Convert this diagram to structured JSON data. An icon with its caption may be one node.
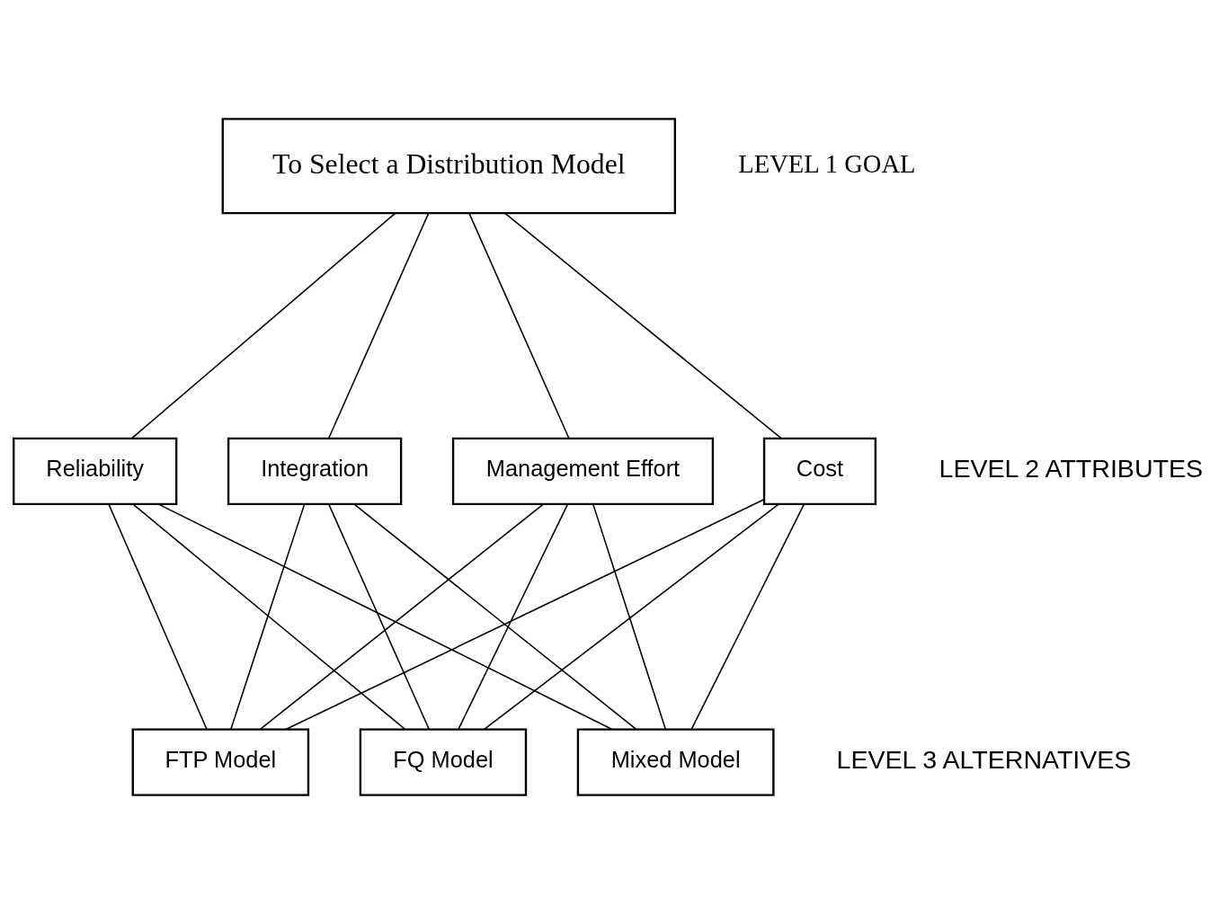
{
  "diagram": {
    "nodes": [
      {
        "text": [
          "To Select a Distribution Model"
        ]
      },
      {
        "text": [
          "Management Effort"
        ]
      },
      {
        "text": [
          "Cost"
        ]
      },
      {
        "text": [
          "Reliability"
        ]
      },
      {
        "text": [
          "Integration"
        ]
      },
      {
        "text": [
          "FTP Model"
        ]
      },
      {
        "text": [
          "FQ Model"
        ]
      },
      {
        "text": [
          "Mixed Model"
        ]
      }
    ],
    "edges": [
      {
        "from": 0,
        "to": 1,
        "arrow": "none"
      },
      {
        "from": 0,
        "to": 2,
        "arrow": "none"
      },
      {
        "from": 0,
        "to": 3,
        "arrow": "none"
      },
      {
        "from": 0,
        "to": 4,
        "arrow": "none"
      },
      {
        "from": 1,
        "to": 5,
        "arrow": "none"
      },
      {
        "from": 1,
        "to": 6,
        "arrow": "none"
      },
      {
        "from": 1,
        "to": 7,
        "arrow": "none"
      },
      {
        "from": 2,
        "to": 5,
        "arrow": "none"
      },
      {
        "from": 2,
        "to": 6,
        "arrow": "none"
      },
      {
        "from": 2,
        "to": 7,
        "arrow": "none"
      },
      {
        "from": 3,
        "to": 5,
        "arrow": "none"
      },
      {
        "from": 3,
        "to": 6,
        "arrow": "none"
      },
      {
        "from": 3,
        "to": 7,
        "arrow": "none"
      },
      {
        "from": 4,
        "to": 5,
        "arrow": "none"
      },
      {
        "from": 4,
        "to": 6,
        "arrow": "none"
      },
      {
        "from": 4,
        "to": 7,
        "arrow": "none"
      }
    ],
    "labels": [
      "LEVEL 1 GOAL",
      "LEVEL 2 ATTRIBUTES",
      "LEVEL 3 ALTERNATIVES"
    ]
  }
}
